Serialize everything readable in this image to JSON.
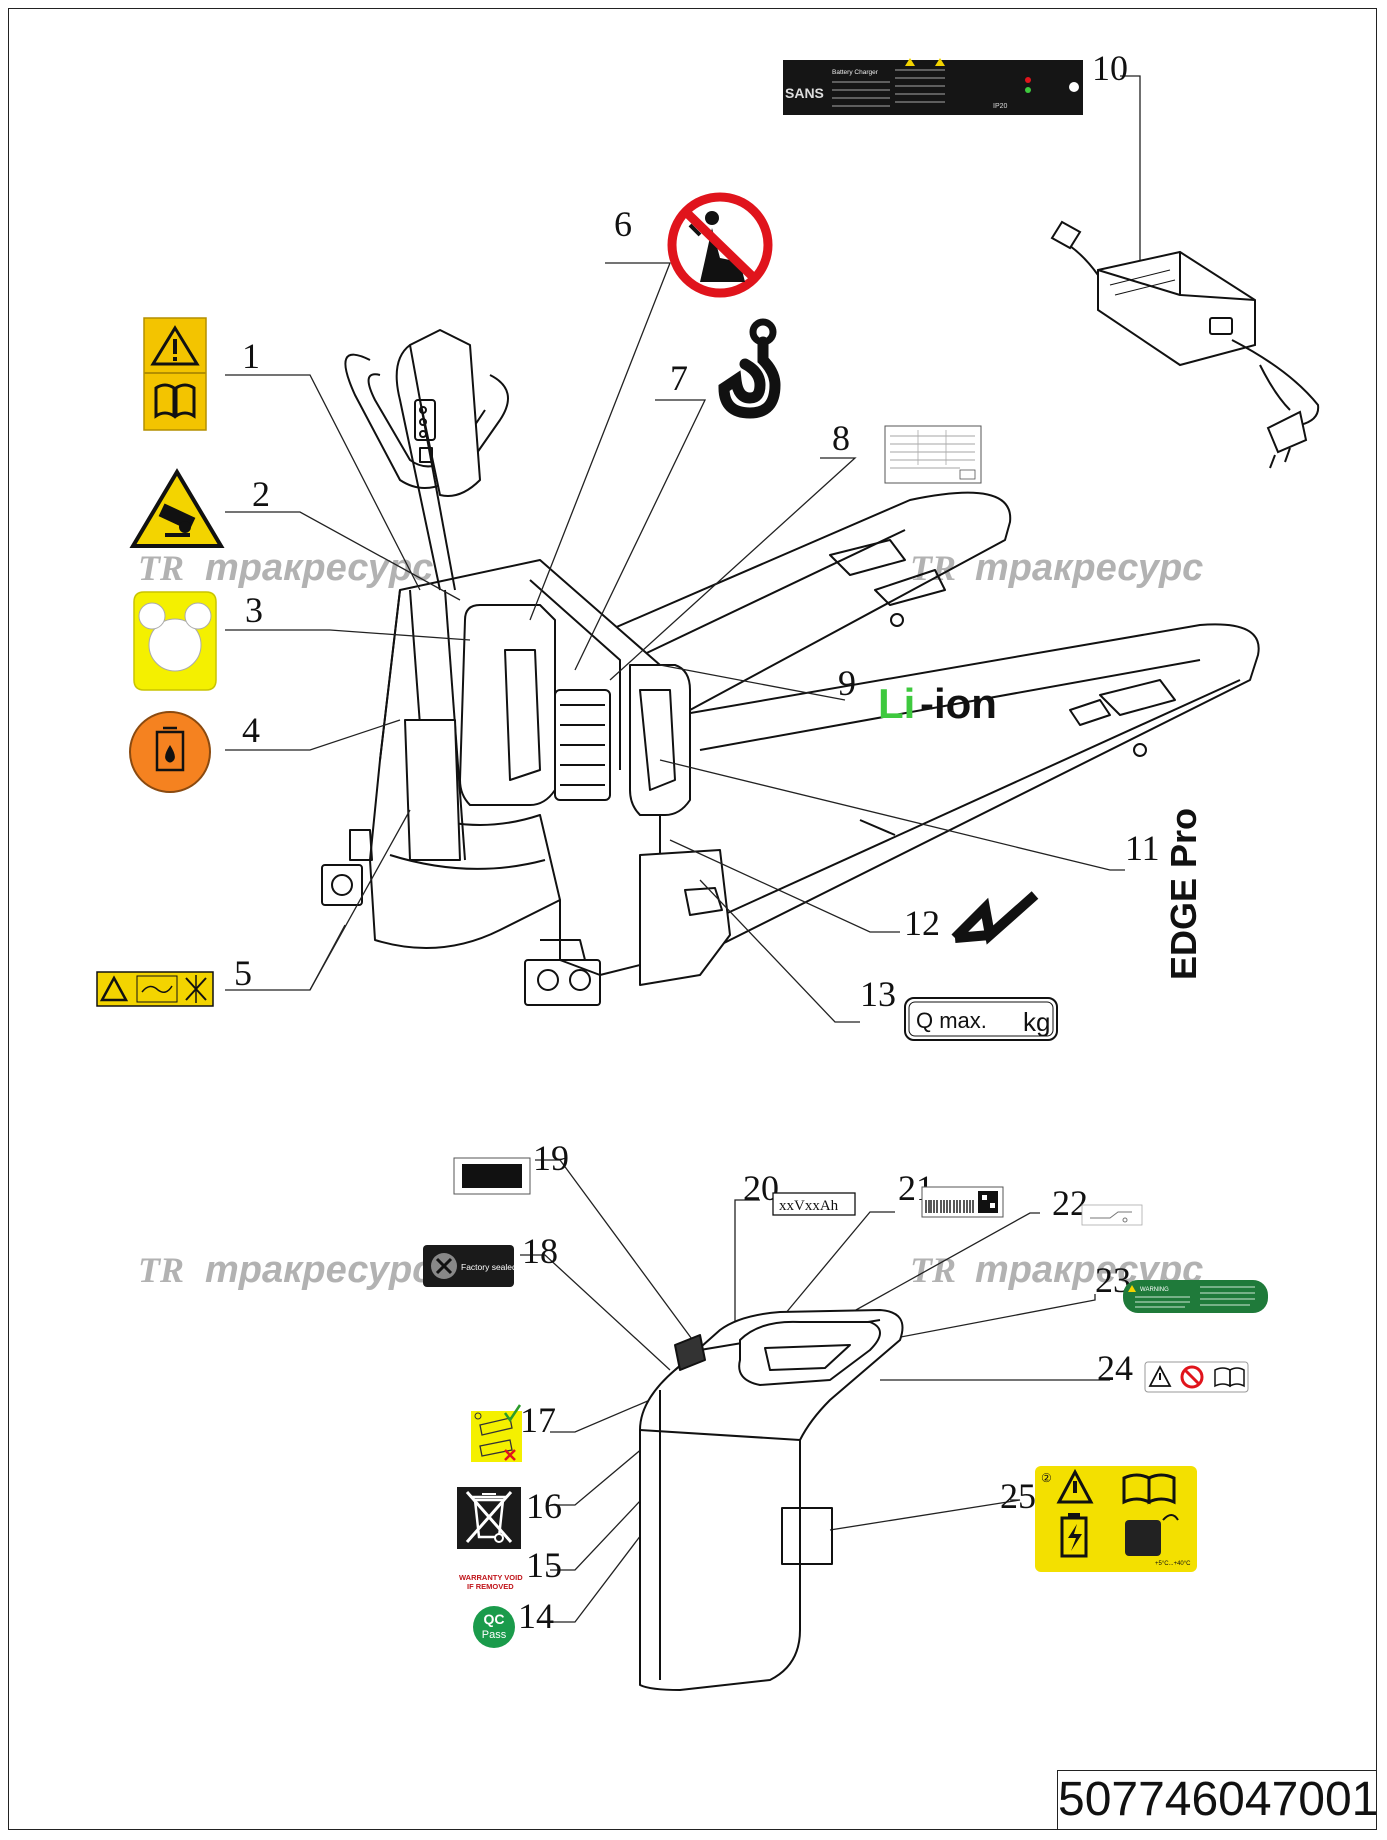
{
  "document_number": "507746047001",
  "watermark": {
    "logo": "TR",
    "text": "тракресурс"
  },
  "callouts": {
    "c1": "1",
    "c2": "2",
    "c3": "3",
    "c4": "4",
    "c5": "5",
    "c6": "6",
    "c7": "7",
    "c8": "8",
    "c9": "9",
    "c10": "10",
    "c11": "11",
    "c12": "12",
    "c13": "13",
    "c14": "14",
    "c15": "15",
    "c16": "16",
    "c17": "17",
    "c18": "18",
    "c19": "19",
    "c20": "20",
    "c21": "21",
    "c22": "22",
    "c23": "23",
    "c24": "24",
    "c25": "25"
  },
  "labels": {
    "li_ion_prefix": "Li",
    "li_ion_suffix": "-ion",
    "edge_pro": "EDGE Pro",
    "q_max": "Q max.",
    "kg": "kg",
    "voltage_capacity": "xxVxxAh",
    "factory_sealed": "Factory sealed",
    "warranty_void_line1": "WARRANTY VOID",
    "warranty_void_line2": "IF REMOVED",
    "qc": "QC",
    "qc_pass": "Pass",
    "charger_brand": "SANS",
    "charger_title": "Battery Charger",
    "charger_ip": "IP20",
    "green_label_title": "WARNING",
    "label25_number": "②",
    "label25_temp": "+5°C...+40°C"
  },
  "colors": {
    "warning_yellow": "#f3d400",
    "label4_orange": "#f58220",
    "li_green": "#3ec93e",
    "prohibition_red": "#e0141c",
    "green_label": "#1f7a3a",
    "qc_green": "#1a9b4b",
    "warranty_red": "#c0141a"
  },
  "icons": [
    "warning-manual-icon",
    "crush-hazard-icon",
    "mouse-shape-icon",
    "oil-drop-icon",
    "no-riding-icon",
    "lifting-hook-icon",
    "spec-plate-icon",
    "battery-charger-icon",
    "stripe-mark-icon",
    "wheelie-bin-icon"
  ]
}
